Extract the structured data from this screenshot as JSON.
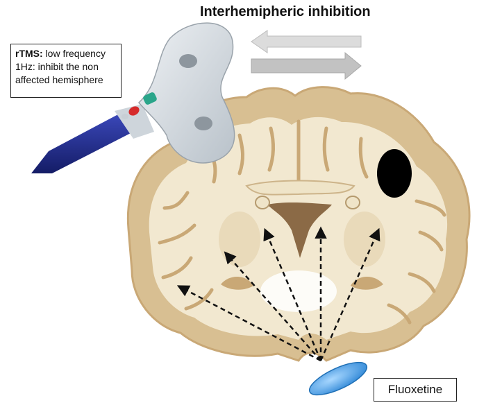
{
  "title": "Interhemipheric inhibition",
  "rtms": {
    "label_bold": "rTMS:",
    "line1_rest": " low frequency",
    "line2": "1Hz: inhibit the non",
    "line3": "affected hemisphere"
  },
  "drug": {
    "label": "Fluoxetine"
  },
  "colors": {
    "brain_white": "#f2e8d0",
    "brain_gray": "#d8bf92",
    "brain_edge": "#c9a876",
    "lesion": "#000000",
    "coil_body": "#d7dde2",
    "coil_handle": "#1f2a8a",
    "arrow_gray": "#c8c8c8",
    "pill": "#4aa3e6"
  },
  "icons": [
    "tms-coil-icon",
    "pill-icon",
    "brain-icon"
  ]
}
